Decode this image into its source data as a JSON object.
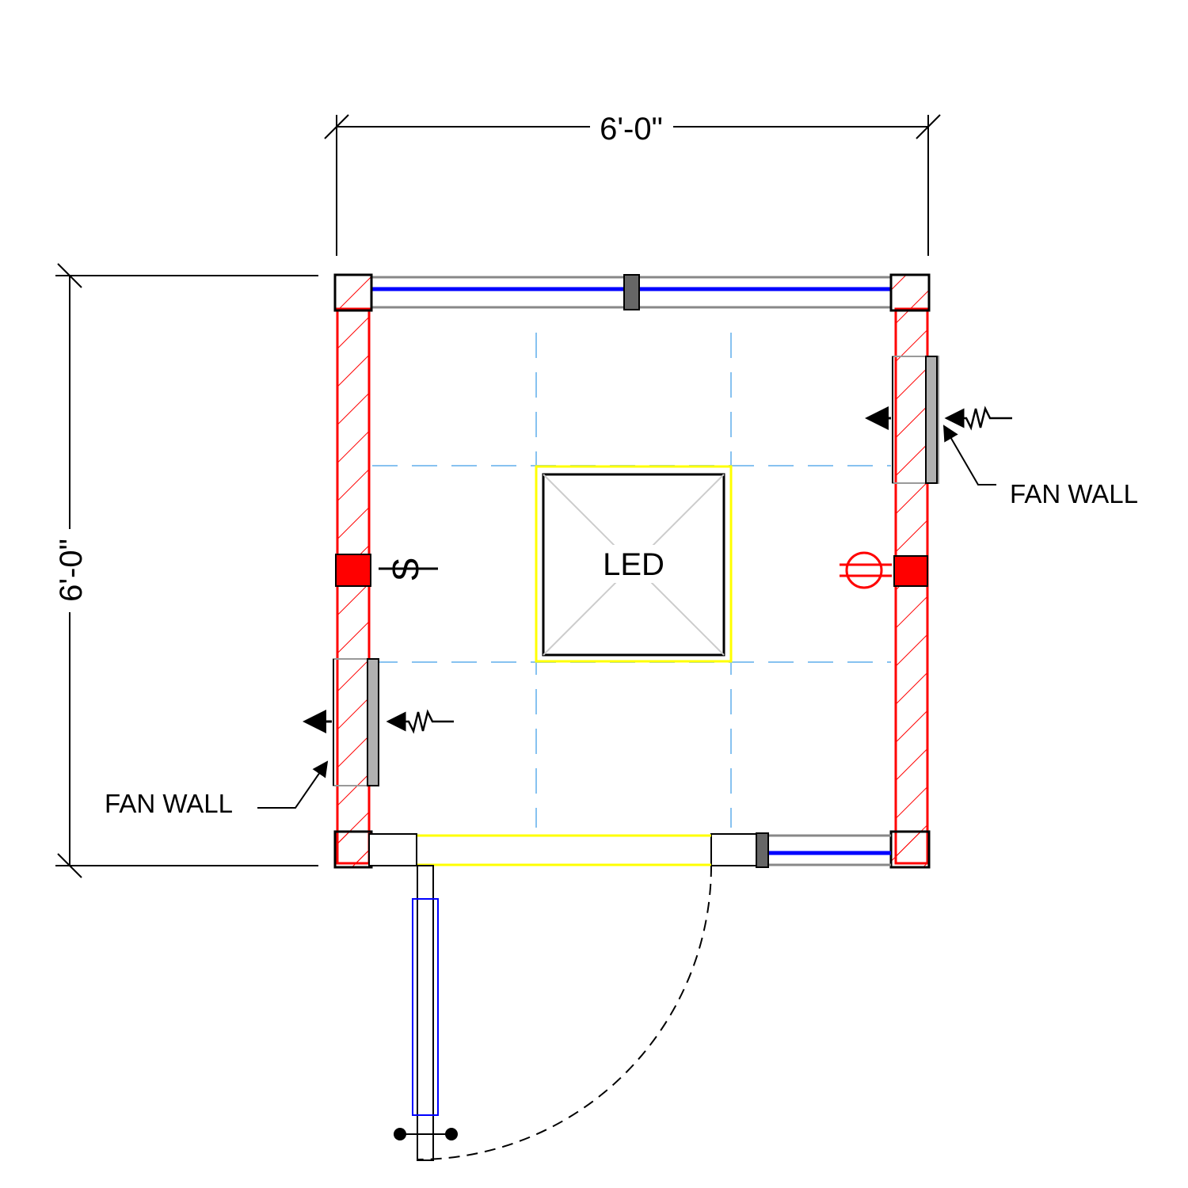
{
  "dimensions": {
    "width_label": "6'-0\"",
    "height_label": "6'-0\""
  },
  "labels": {
    "fan_wall_right": "FAN WALL",
    "fan_wall_left": "FAN WALL",
    "light_fixture": "LED",
    "switch_symbol": "S"
  },
  "colors": {
    "wall_hatch": "#ff0000",
    "glass": "#0000ff",
    "grid": "#87c2f0",
    "highlight": "#ffff00",
    "panel": "#b0b0b0",
    "line": "#000000"
  },
  "icons": {
    "switch": "switch-icon",
    "outlet": "outlet-icon",
    "fan_flow": "fan-airflow-icon"
  }
}
